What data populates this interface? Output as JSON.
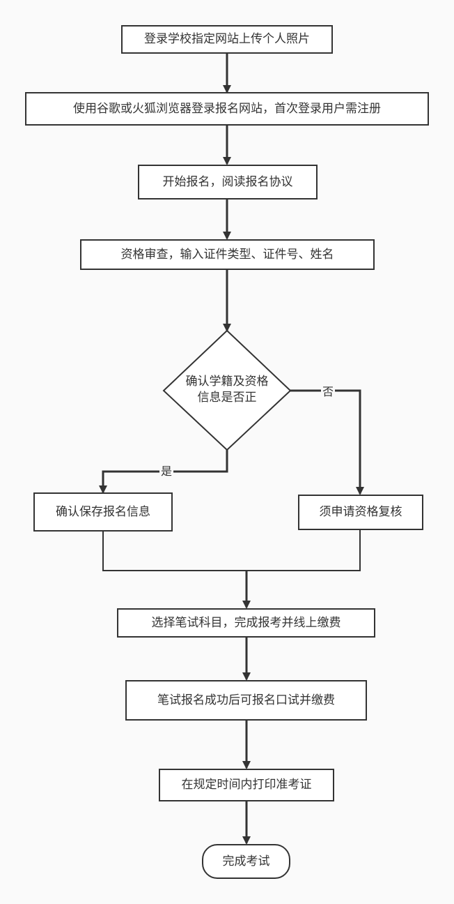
{
  "nodes": {
    "upload_photo": "登录学校指定网站上传个人照片",
    "login": "使用谷歌或火狐浏览器登录报名网站，首次登录用户需注册",
    "start": "开始报名，阅读报名协议",
    "qualification": "资格审查，输入证件类型、证件号、姓名",
    "decision_line1": "确认学籍及资格",
    "decision_line2": "信息是否正",
    "save_info": "确认保存报名信息",
    "apply_review": "须申请资格复核",
    "choose_subject": "选择笔试科目，完成报考并线上缴费",
    "oral_exam": "笔试报名成功后可报名口试并缴费",
    "print_ticket": "在规定时间内打印准考证",
    "finish": "完成考试"
  },
  "edge_labels": {
    "yes": "是",
    "no": "否"
  },
  "colors": {
    "stroke": "#333333",
    "fill": "#ffffff",
    "background": "#fafafa"
  }
}
